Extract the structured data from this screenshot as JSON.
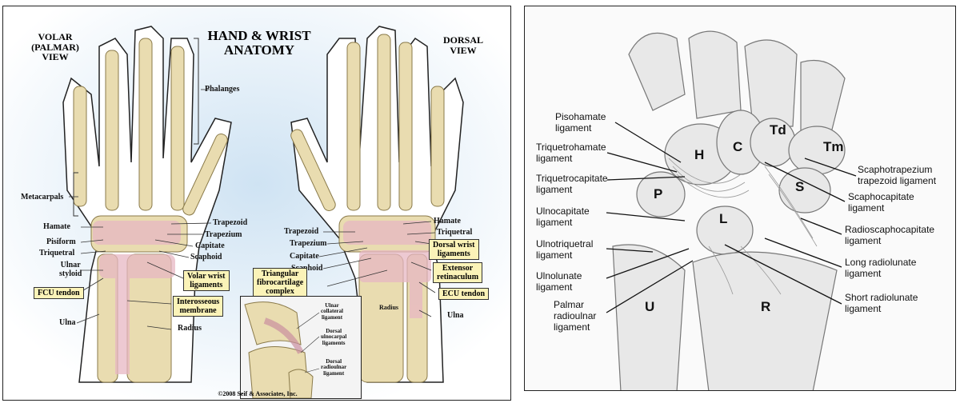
{
  "left": {
    "title": [
      "HAND & WRIST",
      "ANATOMY"
    ],
    "volar_view": [
      "VOLAR",
      "(PALMAR)",
      "VIEW"
    ],
    "dorsal_view": [
      "DORSAL",
      "VIEW"
    ],
    "labels": {
      "phalanges": "Phalanges",
      "metacarpals": "Metacarpals",
      "hamate_l": "Hamate",
      "pisiform": "Pisiform",
      "triquetral_l": "Triquetral",
      "ulnar_styloid": [
        "Ulnar",
        "styloid"
      ],
      "ulna_l": "Ulna",
      "radius_l": "Radius",
      "trapezoid_l": "Trapezoid",
      "trapezium_l": "Trapezium",
      "capitate_l": "Capitate",
      "scaphoid_l": "Scaphoid",
      "trapezoid_r": "Trapezoid",
      "trapezium_r": "Trapezium",
      "capitate_r": "Capitate",
      "scaphoid_r": "Scaphoid",
      "hamate_r": "Hamate",
      "triquetral_r": "Triquetral",
      "radius_r": "Radius",
      "ulna_r": "Ulna"
    },
    "boxes": {
      "fcu_tendon": "FCU tendon",
      "volar_wrist_ligaments": [
        "Volar wrist",
        "ligaments"
      ],
      "interosseous_membrane": [
        "Interosseous",
        "membrane"
      ],
      "tfcc": [
        "Triangular",
        "fibrocartilage",
        "complex"
      ],
      "dorsal_wrist_ligaments": [
        "Dorsal wrist",
        "ligaments"
      ],
      "extensor_retinaculum": [
        "Extensor",
        "retinaculum"
      ],
      "ecu_tendon": "ECU tendon"
    },
    "inset": {
      "ulnar_collateral": [
        "Ulnar",
        "collateral",
        "ligament"
      ],
      "dorsal_ulnocarpal": [
        "Dorsal",
        "ulnocarpal",
        "ligaments"
      ],
      "dorsal_radioulnar": [
        "Dorsal",
        "radioulnar",
        "ligament"
      ]
    },
    "copyright": "©2008 Seif & Associates, Inc."
  },
  "right": {
    "bones": {
      "H": "H",
      "C": "C",
      "Td": "Td",
      "Tm": "Tm",
      "P": "P",
      "S": "S",
      "L": "L",
      "U": "U",
      "R": "R"
    },
    "left_labels": {
      "pisohamate": [
        "Pisohamate",
        "ligament"
      ],
      "triquetrohamate": [
        "Triquetrohamate",
        "ligament"
      ],
      "triquetrocapitate": [
        "Triquetrocapitate",
        "ligament"
      ],
      "ulnocapitate": [
        "Ulnocapitate",
        "ligament"
      ],
      "ulnotriquetral": [
        "Ulnotriquetral",
        "ligament"
      ],
      "ulnolunate": [
        "Ulnolunate",
        "ligament"
      ],
      "palmar_radioulnar": [
        "Palmar",
        "radioulnar",
        "ligament"
      ]
    },
    "right_labels": {
      "scaphotrapezium": [
        "Scaphotrapezium",
        "trapezoid ligament"
      ],
      "scaphocapitate": [
        "Scaphocapitate",
        "ligament"
      ],
      "radioscaphocapitate": [
        "Radioscaphocapitate",
        "ligament"
      ],
      "long_radiolunate": [
        "Long radiolunate",
        "ligament"
      ],
      "short_radiolunate": [
        "Short radiolunate",
        "ligament"
      ]
    }
  }
}
